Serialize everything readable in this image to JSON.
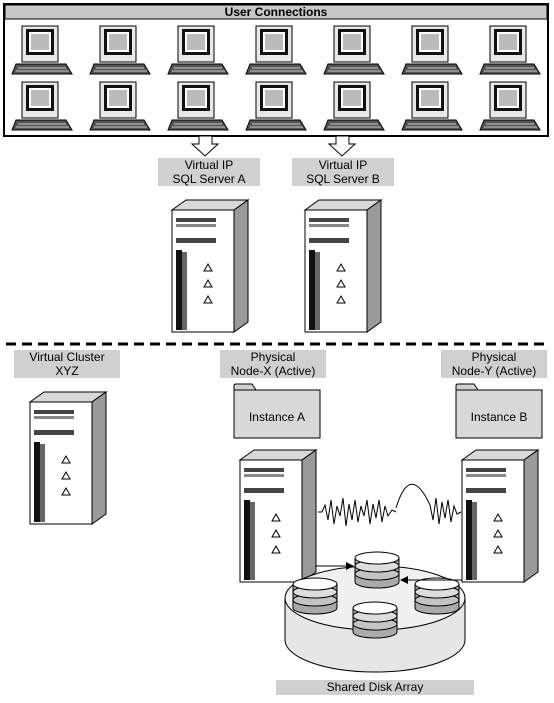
{
  "user_connections": {
    "title": "User Connections"
  },
  "virtual_ips": [
    {
      "line1": "Virtual IP",
      "line2": "SQL Server A"
    },
    {
      "line1": "Virtual IP",
      "line2": "SQL Server B"
    }
  ],
  "virtual_cluster": {
    "line1": "Virtual Cluster",
    "line2": "XYZ"
  },
  "physical_nodes": [
    {
      "line1": "Physical",
      "line2": "Node-X (Active)"
    },
    {
      "line1": "Physical",
      "line2": "Node-Y (Active)"
    }
  ],
  "instances": [
    {
      "label": "Instance A"
    },
    {
      "label": "Instance B"
    }
  ],
  "shared_disk": {
    "label": "Shared Disk Array"
  },
  "icons": {
    "workstation": "computer-icon",
    "server": "server-tower-icon",
    "folder": "folder-icon",
    "disk": "disk-stack-icon"
  }
}
